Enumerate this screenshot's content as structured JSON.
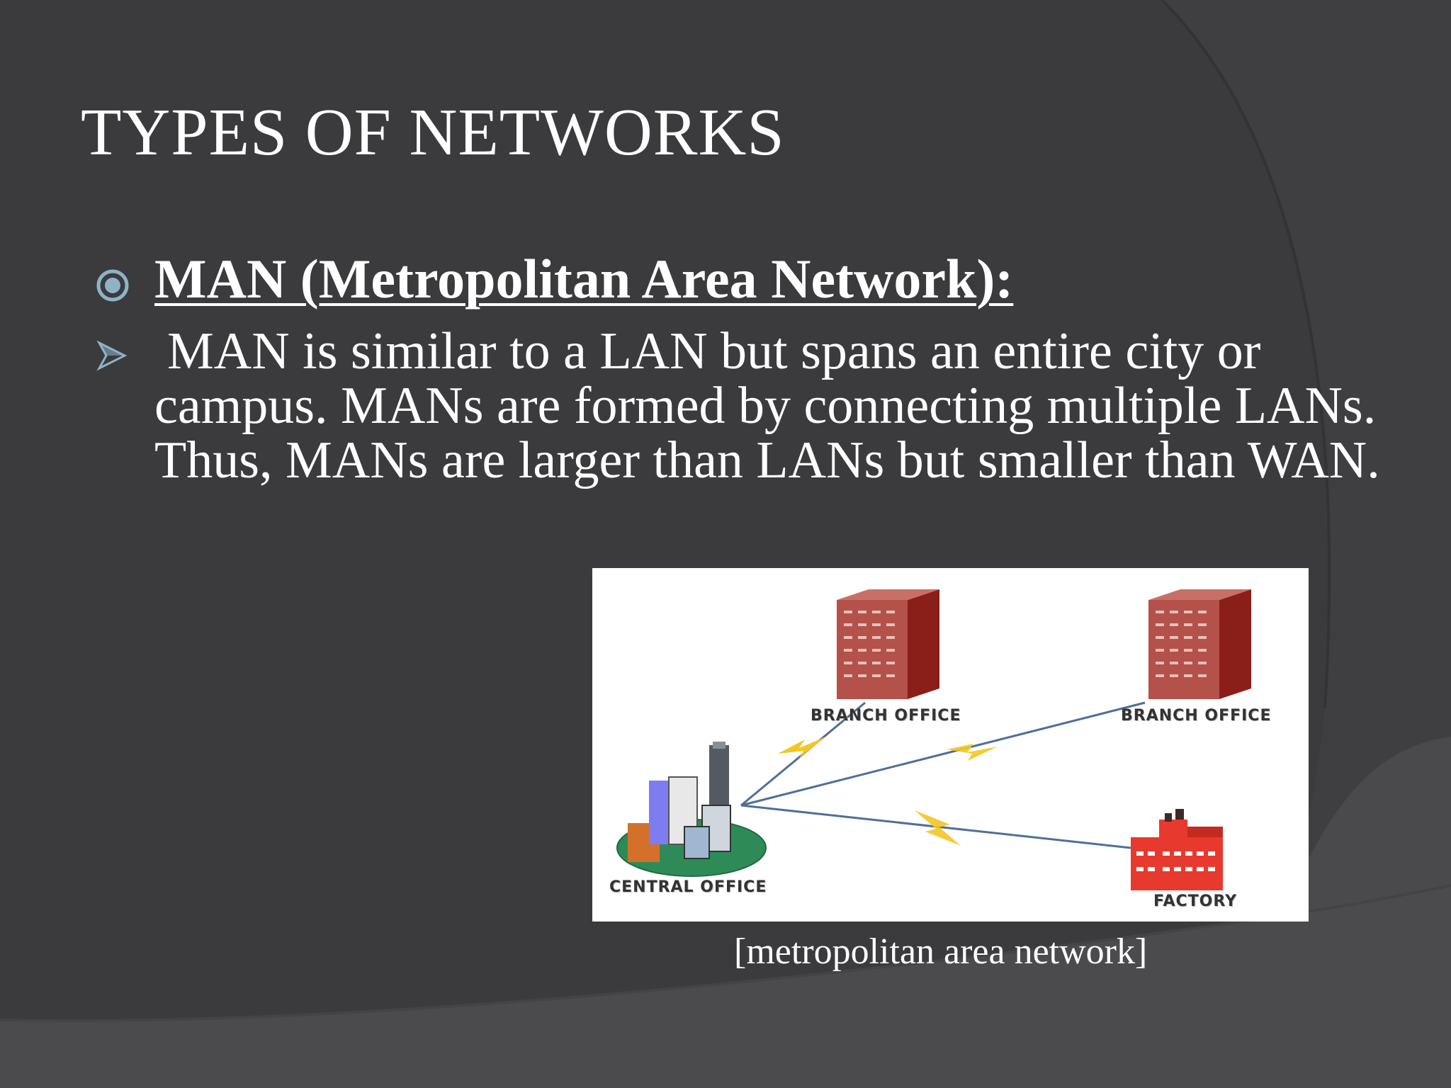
{
  "slide": {
    "title": "TYPES OF NETWORKS",
    "heading": "MAN (Metropolitan Area Network):",
    "body": "MAN is similar to a LAN but spans an entire city or campus. MANs are formed by connecting multiple LANs. Thus, MANs are larger than LANs but smaller than WAN.",
    "caption": "[metropolitan area network]",
    "heading_bullet_icon": "circle-dot-icon",
    "body_bullet_icon": "arrowhead-right-icon"
  },
  "figure": {
    "nodes": {
      "branch_office_1": "BRANCH OFFICE",
      "branch_office_2": "BRANCH OFFICE",
      "central_office": "CENTRAL OFFICE",
      "factory": "FACTORY"
    },
    "colors": {
      "building": "#b3514a",
      "building_side": "#8a1f1a",
      "factory": "#e8392e",
      "link": "#4f6f98",
      "lightning": "#f3c623"
    }
  },
  "theme": {
    "background": "#3b3b3d",
    "accent": "#8fb3c6",
    "text": "#ffffff"
  }
}
